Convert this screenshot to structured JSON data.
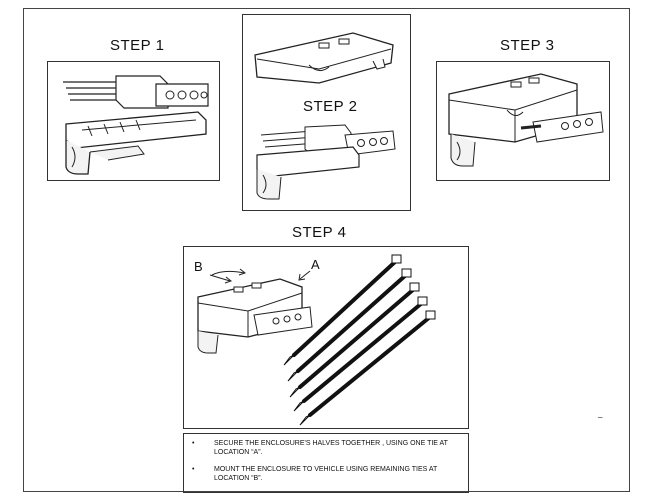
{
  "steps": [
    {
      "title": "STEP 1"
    },
    {
      "title": "STEP 2"
    },
    {
      "title": "STEP 3"
    },
    {
      "title": "STEP 4"
    }
  ],
  "step4_labels": {
    "a": "A",
    "b": "B"
  },
  "notes": [
    {
      "bullet": "•",
      "text": "SECURE THE ENCLOSURE'S HALVES TOGETHER , USING ONE TIE AT LOCATION “A”."
    },
    {
      "bullet": "•",
      "text": "MOUNT THE ENCLOSURE TO VEHICLE  USING REMAINING TIES AT LOCATION “B”."
    }
  ],
  "stray_mark": "_"
}
